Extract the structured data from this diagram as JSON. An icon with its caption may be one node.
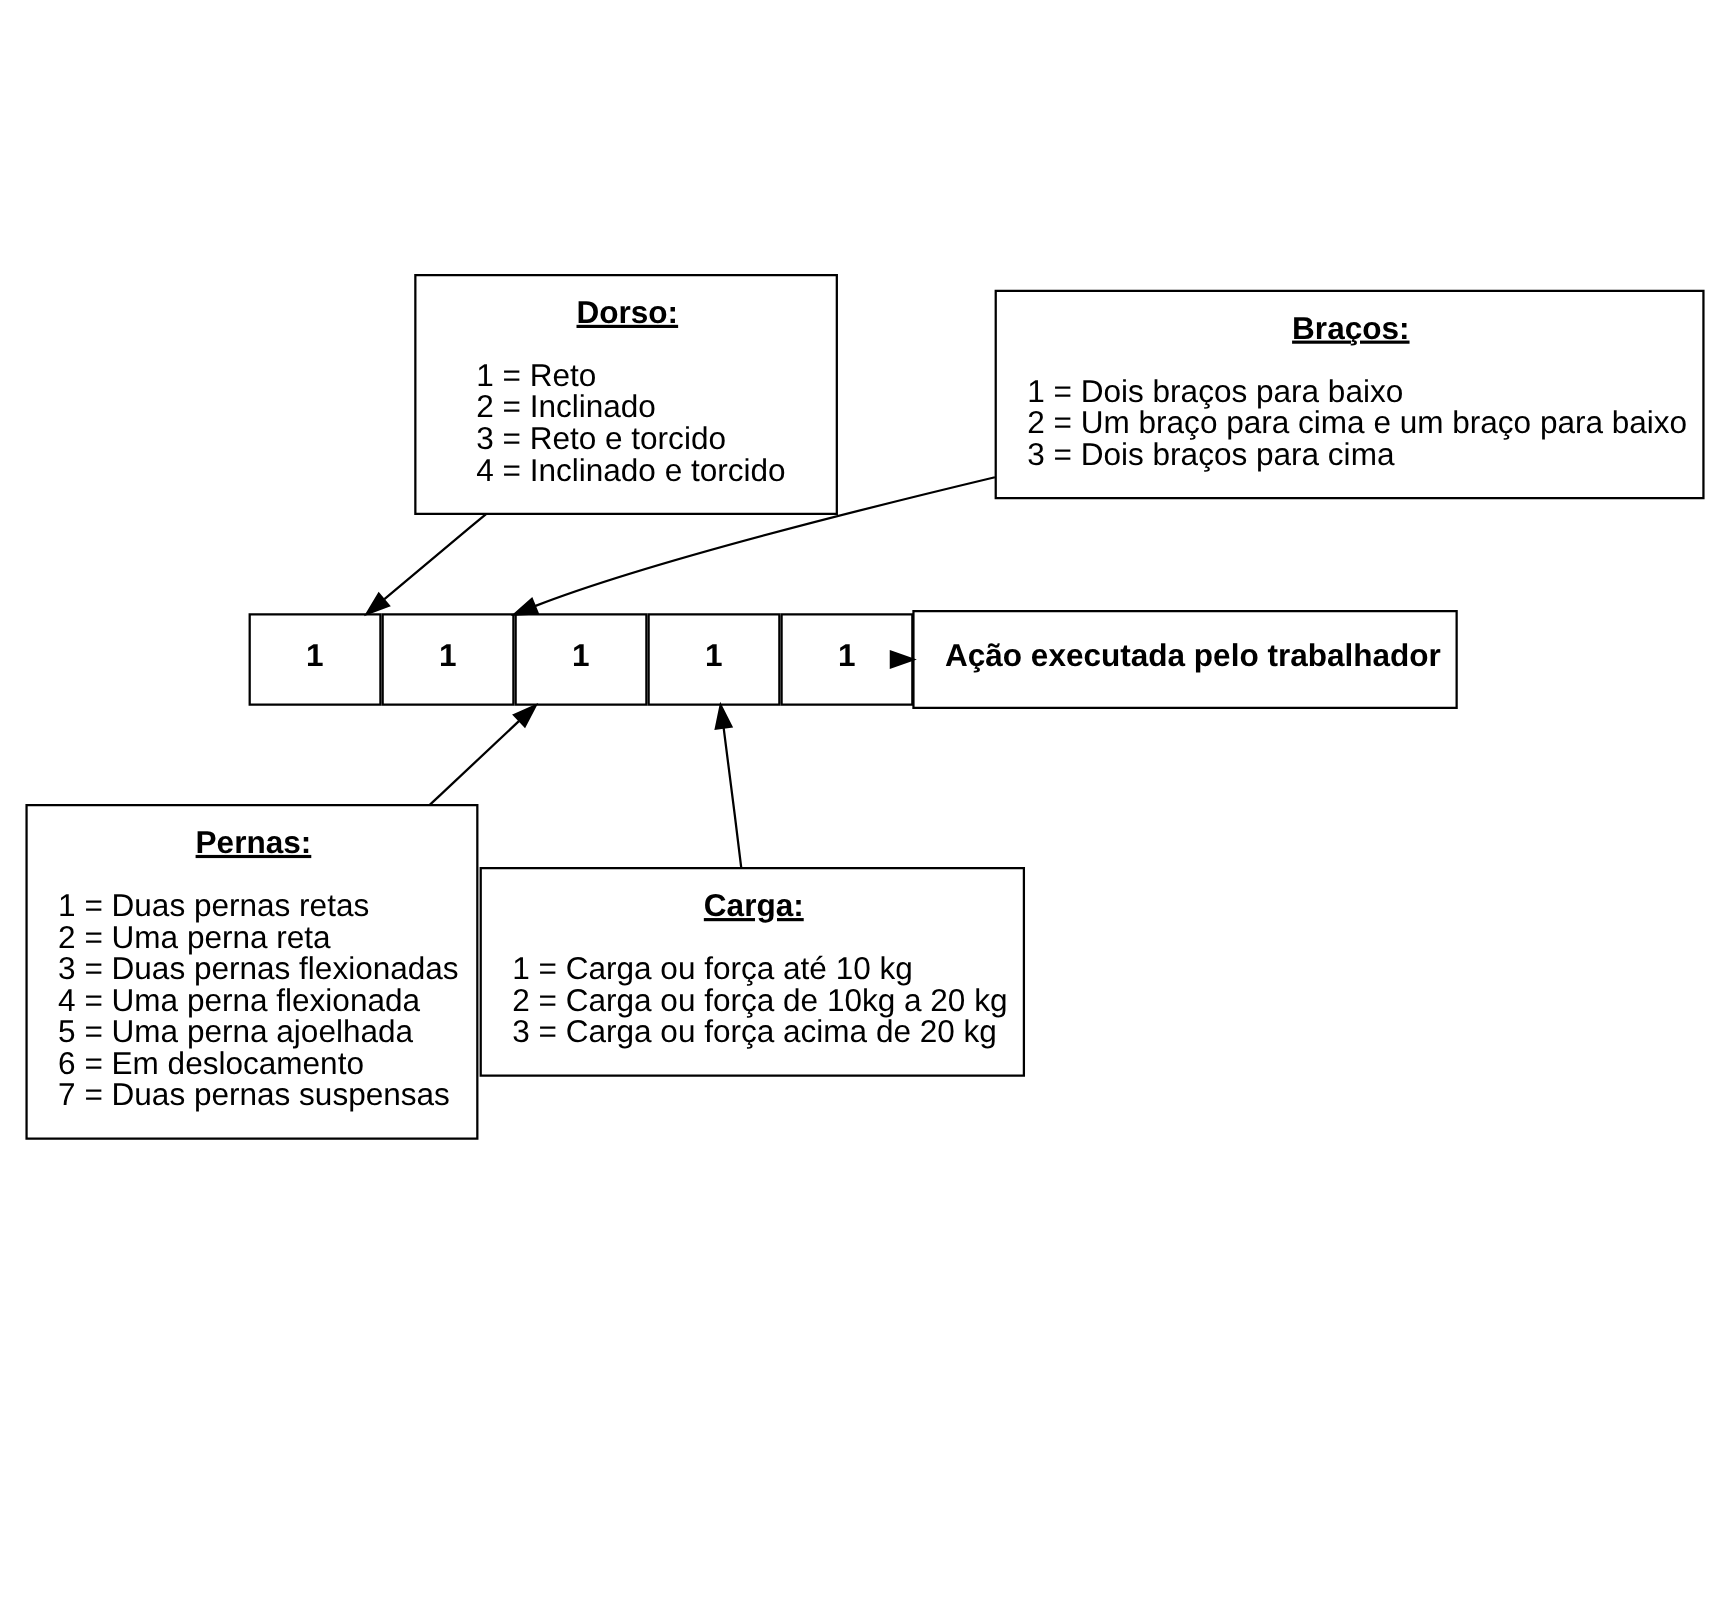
{
  "diagram": {
    "nodes": [
      {
        "text": [
          "Dorso:",
          "1 = Reto",
          "2 = Inclinado",
          "3 = Reto e torcido",
          "4 = Inclinado e torcido"
        ]
      },
      {
        "text": [
          "Braços:",
          "1 = Dois braços para baixo",
          "2 = Um braço para cima e um braço para baixo",
          "3 = Dois braços para cima"
        ]
      },
      {
        "text": [
          "1"
        ]
      },
      {
        "text": [
          "1"
        ]
      },
      {
        "text": [
          "1"
        ]
      },
      {
        "text": [
          "1"
        ]
      },
      {
        "text": [
          "1"
        ]
      },
      {
        "text": [
          "Ação executada pelo trabalhador"
        ]
      },
      {
        "text": [
          "Pernas:",
          "1 = Duas pernas retas",
          "2 = Uma perna reta",
          "3 = Duas pernas flexionadas",
          "4 = Uma perna flexionada",
          "5 = Uma perna ajoelhada",
          "6 = Em deslocamento",
          "7 = Duas pernas suspensas"
        ]
      },
      {
        "text": [
          "Carga:",
          "1 = Carga ou força até 10 kg",
          "2 = Carga ou força de 10kg a 20 kg",
          "3 = Carga ou força acima de 20 kg"
        ]
      }
    ],
    "edges": [
      {
        "from": 0,
        "to": 2,
        "arrow": "to"
      },
      {
        "from": 1,
        "to": 3,
        "arrow": "to"
      },
      {
        "from": 8,
        "to": 4,
        "arrow": "to"
      },
      {
        "from": 9,
        "to": 5,
        "arrow": "to"
      },
      {
        "from": 6,
        "to": 7,
        "arrow": "to"
      }
    ]
  }
}
